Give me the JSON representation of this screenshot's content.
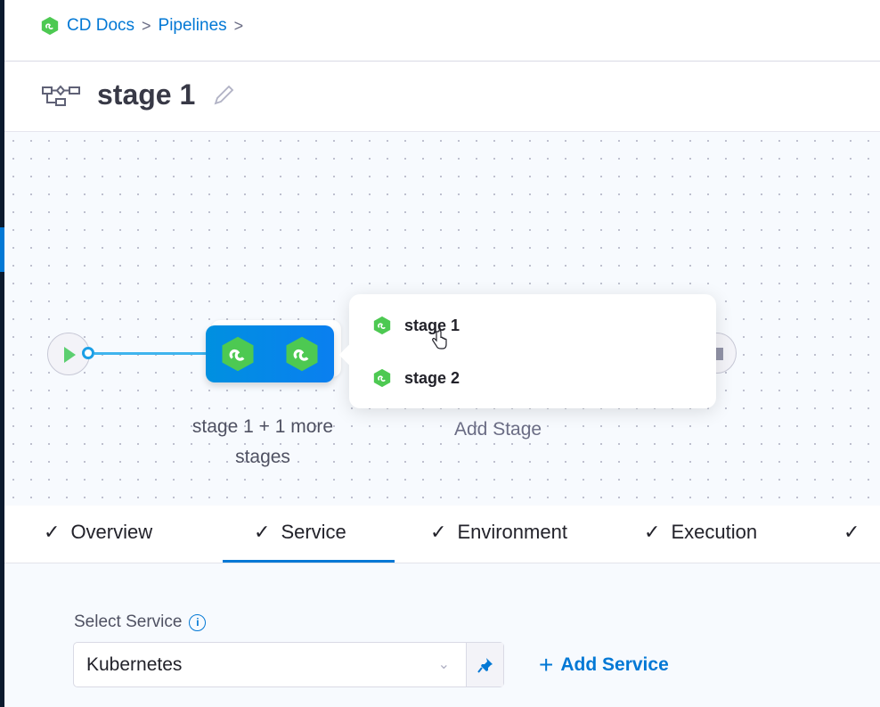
{
  "breadcrumb": {
    "items": [
      "CD Docs",
      "Pipelines"
    ],
    "separator": ">"
  },
  "header": {
    "title": "stage 1",
    "icon": "pipeline-stages-icon",
    "edit_icon": "pencil-icon"
  },
  "canvas": {
    "group_label": "stage 1 + 1 more stages",
    "add_stage_label": "Add Stage",
    "popover": {
      "items": [
        {
          "label": "stage 1"
        },
        {
          "label": "stage 2"
        }
      ]
    }
  },
  "tabs": [
    {
      "label": "Overview"
    },
    {
      "label": "Service",
      "active": true
    },
    {
      "label": "Environment"
    },
    {
      "label": "Execution"
    }
  ],
  "tab_check": "✓",
  "form": {
    "select_service_label": "Select Service",
    "service_value": "Kubernetes",
    "add_service_label": "Add Service"
  },
  "colors": {
    "accent": "#0278d5",
    "cd_green": "#4dc952",
    "stage_blue": "#0a85ea"
  }
}
